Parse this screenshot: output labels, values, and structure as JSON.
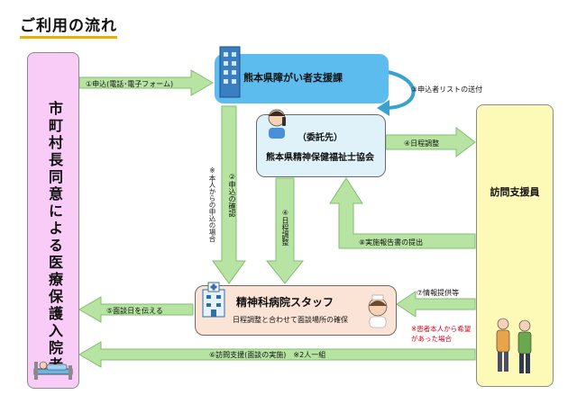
{
  "title": "ご利用の流れ",
  "boxes": {
    "municipal": "市町村長同意による医療保護入院者",
    "visitor": "訪問支援員",
    "prefecture": "熊本県障がい者支援課",
    "consignee_line1": "（委託先）",
    "consignee_line2": "熊本県精神保健福祉士協会",
    "hospital_title": "精神科病院スタッフ",
    "hospital_sub": "日程調整と合わせて面談場所の確保"
  },
  "labels": {
    "step1": "①申込(電話･電子フォーム)",
    "step2": "②申込の確認",
    "step2_note": "※本人からの申込の場合",
    "step3": "③申込者リストの送付",
    "step4a": "④日程調整",
    "step4b": "④日程調整",
    "step5": "⑤面談日を伝える",
    "step6": "⑥訪問支援(面談の実施)　※2人一組",
    "step7": "⑦情報提供等",
    "step7_note": "※患者本人から希望があった場合",
    "step8": "⑧実施報告書の提出"
  },
  "colors": {
    "arrow": "#b7e4a3",
    "arrow_stroke": "#7fbf6c",
    "municipal_bg": "#f9ccf7",
    "visitor_bg": "#fdfab8",
    "prefecture_bg": "#5bbced",
    "consignee_bg": "#dff2fa",
    "hospital_bg": "#fbe3d6",
    "title_underline": "#e2b300"
  },
  "icons": [
    "building-icon",
    "phone-person-icon",
    "hospital-icon",
    "nurse-icon",
    "visitors-icon",
    "patient-bed-icon"
  ]
}
